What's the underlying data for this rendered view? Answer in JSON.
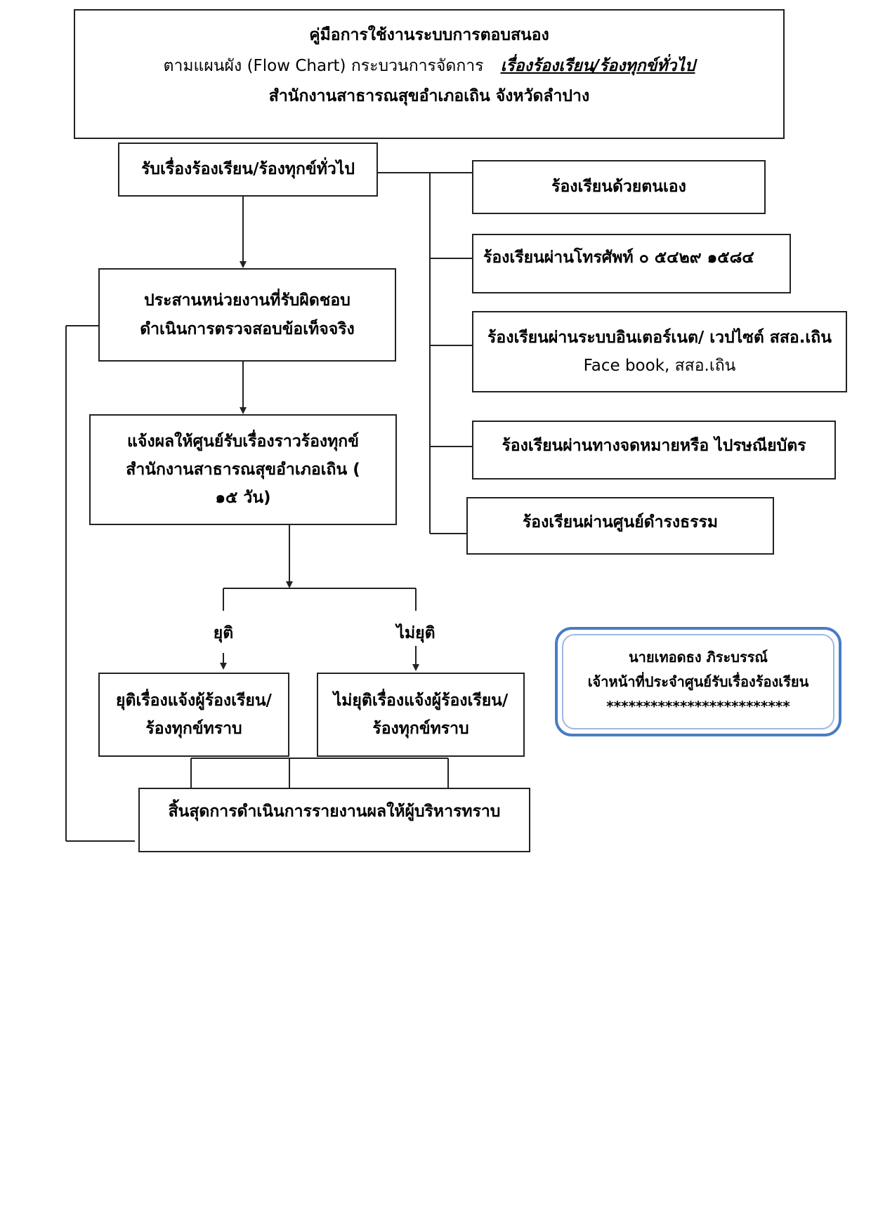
{
  "header": {
    "line1": "คู่มือการใช้งานระบบการตอบสนอง",
    "line2_prefix": "ตามแผนผัง (Flow Chart) กระบวนการจัดการ",
    "line2_emphasis": "เรื่องร้องเรียน/ร้องทุกข์ทั่วไป",
    "line3": "สำนักงานสาธารณสุขอำเภอเถิน จังหวัดลำปาง"
  },
  "flow": {
    "receive": "รับเรื่องร้องเรียน/ร้องทุกข์ทั่วไป",
    "coordinate": {
      "line1": "ประสานหน่วยงานที่รับผิดชอบ",
      "line2": "ดำเนินการตรวจสอบข้อเท็จจริง"
    },
    "notify": {
      "line1": "แจ้งผลให้ศูนย์รับเรื่องราวร้องทุกข์",
      "line2": "สำนักงานสาธารณสุขอำเภอเถิน        (",
      "line3": "๑๕ วัน)"
    },
    "label_resolved": "ยุติ",
    "label_unresolved": "ไม่ยุติ",
    "resolved": {
      "line1": "ยุติเรื่องแจ้งผู้ร้องเรียน/",
      "line2": "ร้องทุกข์ทราบ"
    },
    "unresolved": {
      "line1": "ไม่ยุติเรื่องแจ้งผู้ร้องเรียน/",
      "line2": "ร้องทุกข์ทราบ"
    },
    "end": "สิ้นสุดการดำเนินการรายงานผลให้ผู้บริหารทราบ"
  },
  "channels": {
    "self": "ร้องเรียนด้วยตนเอง",
    "phone": "ร้องเรียนผ่านโทรศัพท์ ๐ ๕๔๒๙ ๑๕๘๔",
    "internet_line1": "ร้องเรียนผ่านระบบอินเตอร์เนต/ เวปไซต์ สสอ.เถิน",
    "internet_line2": "Face book, สสอ.เถิน",
    "mail": "ร้องเรียนผ่านทางจดหมายหรือ ไปรษณียบัตร",
    "damrongdham": "ร้องเรียนผ่านศูนย์ดำรงธรรม"
  },
  "note": {
    "name": "นายเทอดธง ภิระบรรณ์",
    "position": "เจ้าหน้าที่ประจำศูนย์รับเรื่องร้องเรียน",
    "stars": "*************************"
  },
  "colors": {
    "border": "#222222",
    "note_border": "#4a7cc4",
    "note_inner_border": "#9bb8e3"
  }
}
